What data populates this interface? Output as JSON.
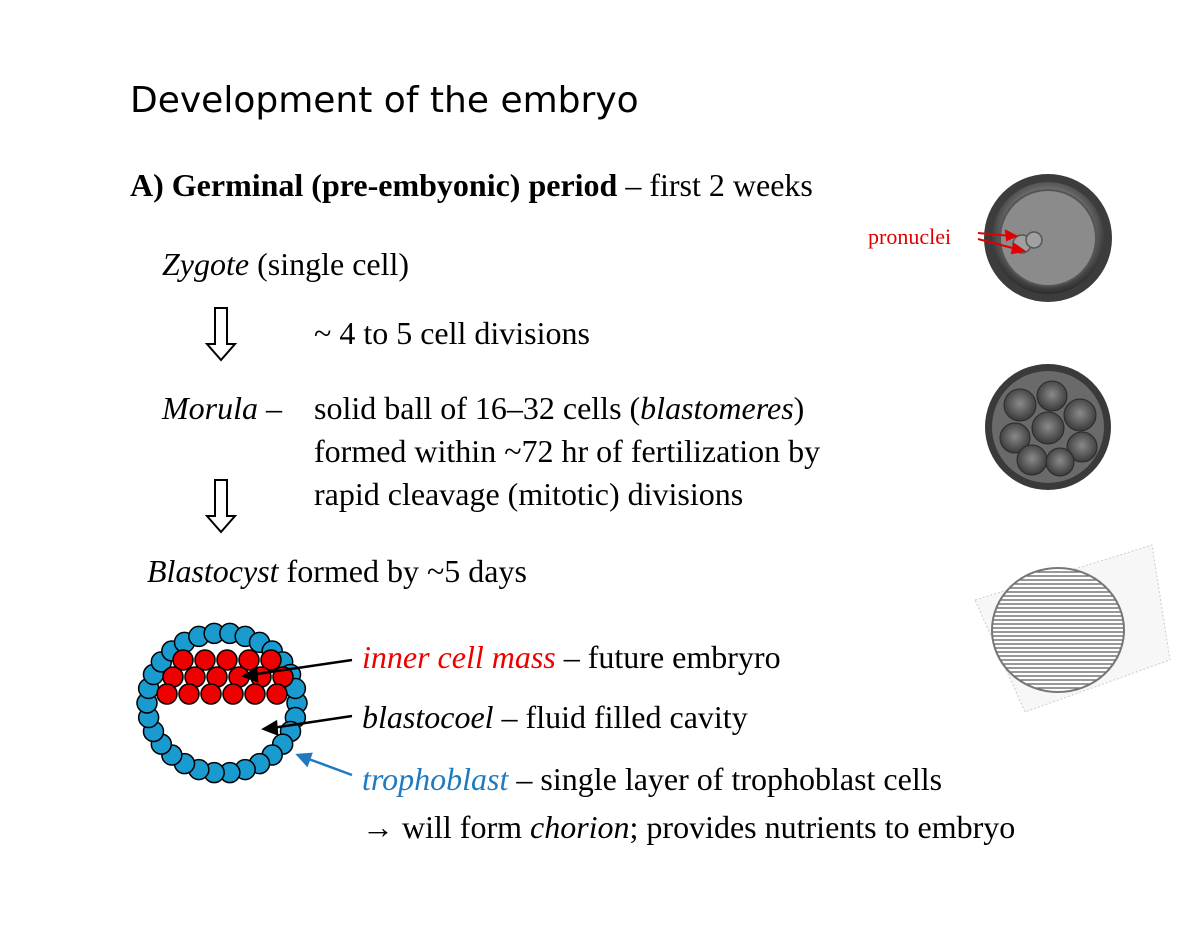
{
  "slide": {
    "title": "Development of the embryo",
    "section": {
      "heading_bold": "A) Germinal (pre-embyonic) period",
      "heading_rest": " – first 2 weeks"
    },
    "zygote": {
      "term": "Zygote",
      "rest": " (single cell)"
    },
    "division_note": "~ 4 to 5 cell divisions",
    "morula": {
      "term": "Morula",
      "dash": " – ",
      "line1_a": "solid ball of 16–32 cells (",
      "line1_term": "blastomeres",
      "line1_b": ")",
      "line2": "formed within ~72 hr of fertilization by",
      "line3": "rapid cleavage (mitotic) divisions"
    },
    "blastocyst": {
      "term": "Blastocyst",
      "rest": " formed by ~5 days"
    },
    "labels": {
      "icm_term": "inner cell mass",
      "icm_rest": " – future embryro",
      "blastocoel_term": "blastocoel",
      "blastocoel_rest": " – fluid filled cavity",
      "tropho_term": "trophoblast",
      "tropho_rest": " – single layer of trophoblast cells",
      "chorion_a": "→ will form ",
      "chorion_term": "chorion",
      "chorion_b": "; provides nutrients to embryo"
    },
    "pronuclei_label": "pronuclei"
  },
  "colors": {
    "icm_red": "#ee0000",
    "trophoblast_blue": "#1a9bd0",
    "label_blue": "#1f7ac0",
    "arrow_red": "#e00000"
  },
  "icons": {
    "down_arrow": "hollow-down-arrow-icon",
    "zygote_image": "zygote-photo",
    "morula_image": "morula-photo",
    "blastocyst_image": "blastocyst-photo"
  }
}
